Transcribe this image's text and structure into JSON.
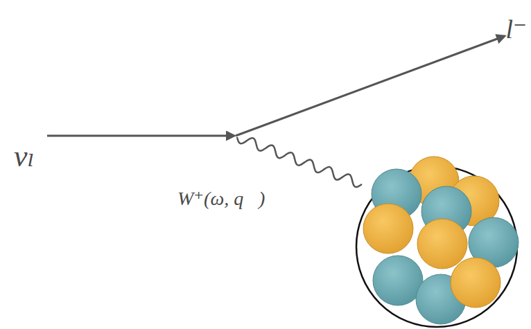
{
  "diagram": {
    "labels": [
      "νₗ",
      "l⁻",
      "W⁺(ω, q⃗)"
    ]
  }
}
